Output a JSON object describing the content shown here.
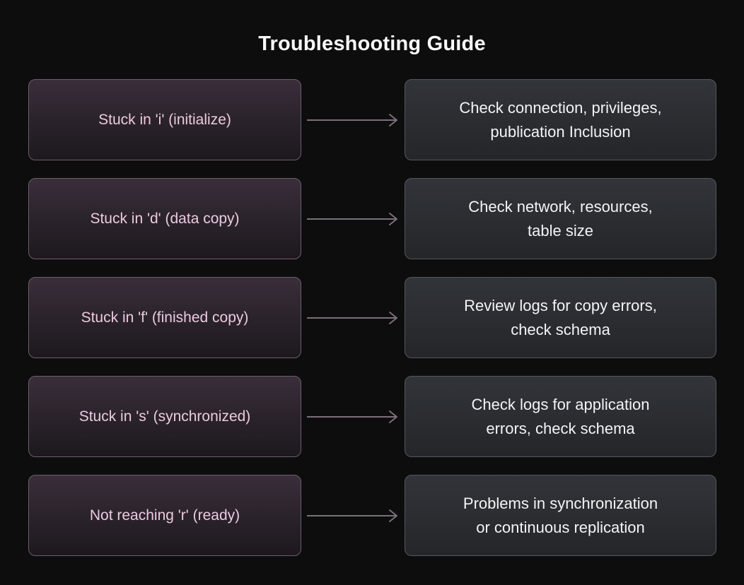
{
  "title": "Troubleshooting Guide",
  "colors": {
    "background": "#0d0d0e",
    "title_color": "#fafafa",
    "left_box_top": "#392e3a",
    "left_box_bottom": "#1d181e",
    "left_box_border": "#6d5e6b",
    "left_text": "#eccade",
    "right_box_top": "#313439",
    "right_box_bottom": "#242629",
    "right_box_border": "#54575d",
    "right_text": "#f4f4f5",
    "arrow": "#7d6f79"
  },
  "rows": [
    {
      "problem": "Stuck in 'i' (initialize)",
      "solution_line1": "Check connection, privileges,",
      "solution_line2": "publication Inclusion"
    },
    {
      "problem": "Stuck in 'd' (data copy)",
      "solution_line1": "Check network, resources,",
      "solution_line2": "table size"
    },
    {
      "problem": "Stuck in 'f' (finished copy)",
      "solution_line1": "Review logs for copy errors,",
      "solution_line2": "check schema"
    },
    {
      "problem": "Stuck in 's' (synchronized)",
      "solution_line1": "Check logs for application",
      "solution_line2": "errors, check schema"
    },
    {
      "problem": "Not reaching 'r' (ready)",
      "solution_line1": "Problems in synchronization",
      "solution_line2": "or continuous replication"
    }
  ]
}
